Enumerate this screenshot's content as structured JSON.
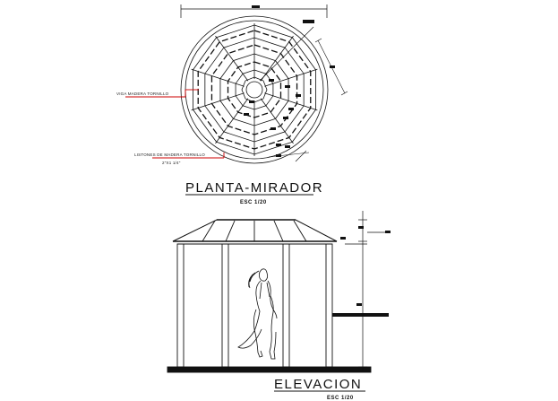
{
  "plan": {
    "title": "PLANTA-MIRADOR",
    "scale": "ESC 1/20",
    "note_beam": "VIGA MADERA TORNILLO",
    "note_slats": "LISTONES DE MADERA TORNILLO",
    "note_slats_size": "2\"X1 1/4\""
  },
  "elevation": {
    "title": "ELEVACION",
    "scale": "ESC 1/20"
  },
  "colors": {
    "line": "#111111",
    "callout": "#cc0000",
    "background": "#ffffff"
  }
}
